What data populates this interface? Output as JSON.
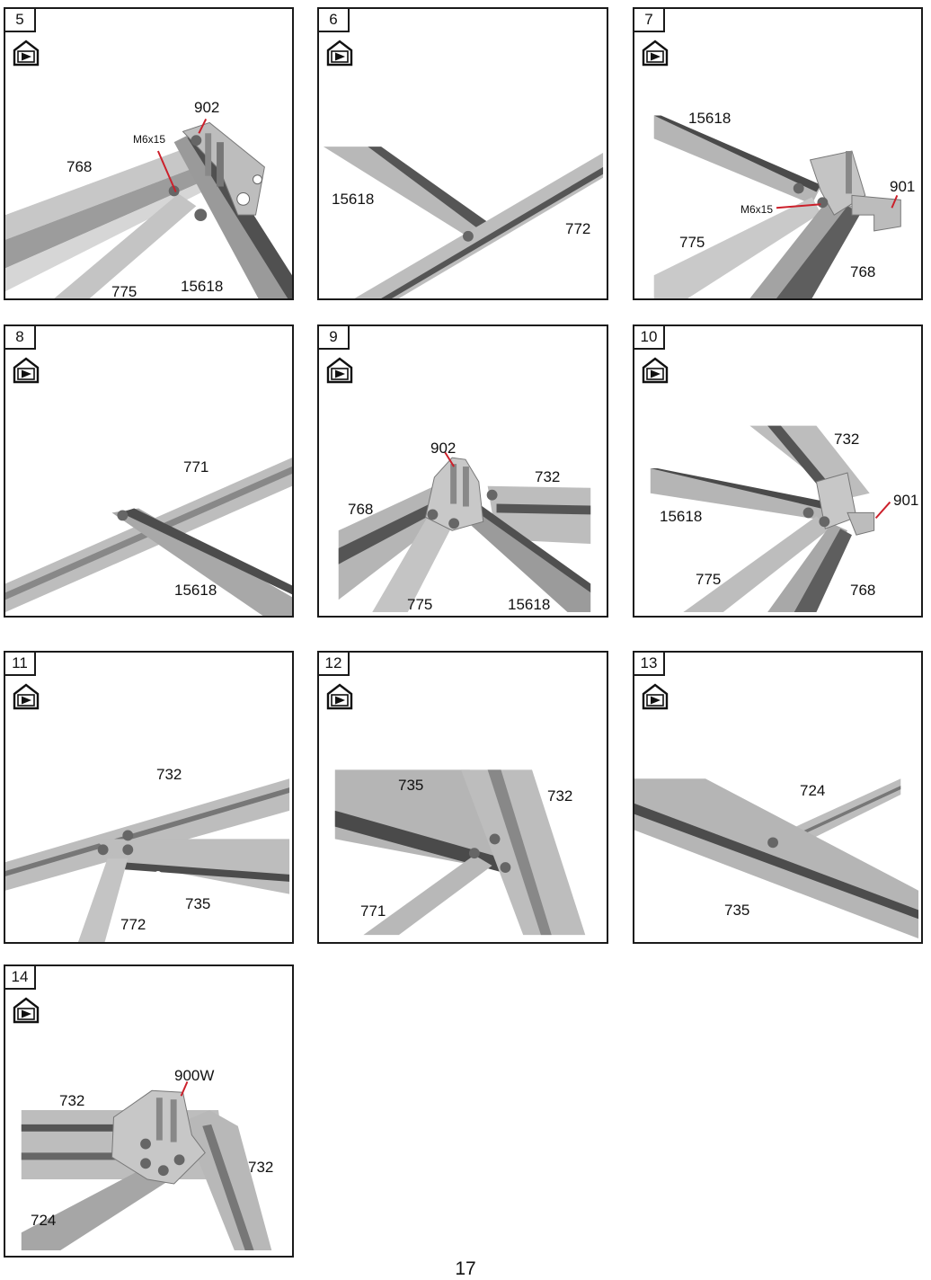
{
  "page_number": "17",
  "panels": [
    {
      "step": "5",
      "labels": [
        "902",
        "M6x15",
        "768",
        "775",
        "15618"
      ]
    },
    {
      "step": "6",
      "labels": [
        "15618",
        "772"
      ]
    },
    {
      "step": "7",
      "labels": [
        "15618",
        "901",
        "M6x15",
        "775",
        "768"
      ]
    },
    {
      "step": "8",
      "labels": [
        "771",
        "15618"
      ]
    },
    {
      "step": "9",
      "labels": [
        "902",
        "732",
        "768",
        "775",
        "15618"
      ]
    },
    {
      "step": "10",
      "labels": [
        "732",
        "901",
        "15618",
        "775",
        "768"
      ]
    },
    {
      "step": "11",
      "labels": [
        "732",
        "735",
        "772"
      ]
    },
    {
      "step": "12",
      "labels": [
        "735",
        "732",
        "771"
      ]
    },
    {
      "step": "13",
      "labels": [
        "724",
        "735"
      ]
    },
    {
      "step": "14",
      "labels": [
        "900W",
        "732",
        "732",
        "724"
      ]
    }
  ],
  "icon": "indoor-assembly-icon",
  "colors": {
    "beam": "#b8b8b8",
    "beam_dark": "#5a5a5a",
    "leader": "#cc1f2a"
  }
}
